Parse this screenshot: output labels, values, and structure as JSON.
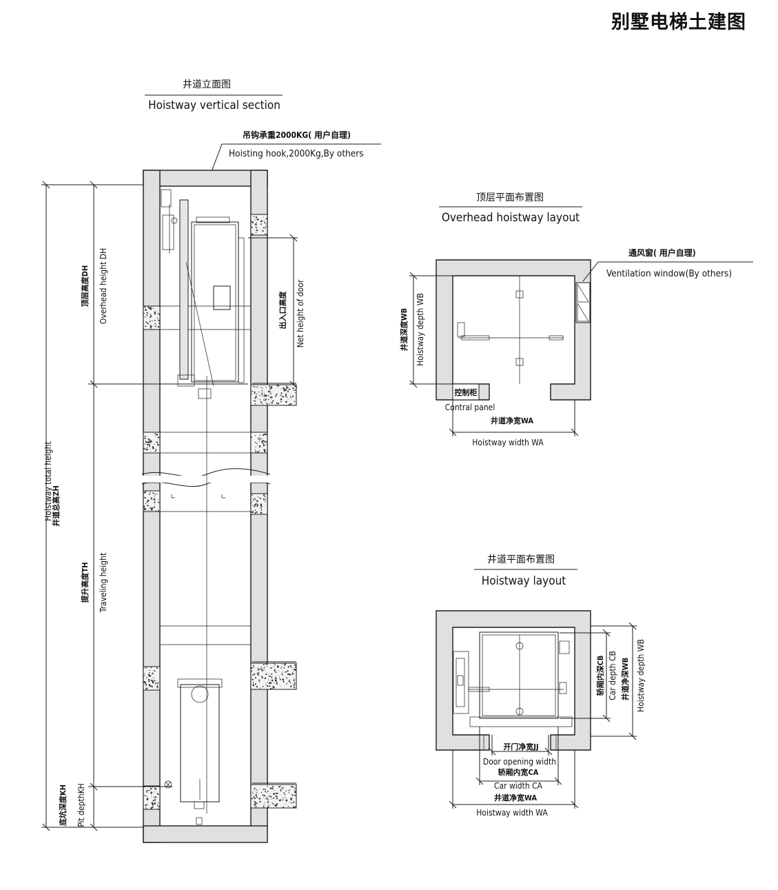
{
  "page_title": "别墅电梯土建图",
  "vertical_section": {
    "title_cn": "井道立面图",
    "title_en": "Hoistway vertical section",
    "hook_cn": "吊钩承重2000KG( 用户自理)",
    "hook_en": "Hoisting hook,2000Kg,By others",
    "overhead_cn": "顶层高度DH",
    "overhead_en": "Overhead height DH",
    "door_cn": "出入口高度",
    "door_en": "Net height of door",
    "total_cn": "井道总高ZH",
    "total_en": "Hoistway total height",
    "travel_cn": "提升高度TH",
    "travel_en": "Traveling height",
    "pit_cn": "底坑深度KH",
    "pit_en": "Pit depthKH"
  },
  "overhead_layout": {
    "title_cn": "顶层平面布置图",
    "title_en": "Overhead hoistway layout",
    "vent_cn": "通风窗( 用户自理)",
    "vent_en": "Ventilation window(By others)",
    "depth_cn": "井道深度WB",
    "depth_en": "Hoistway depth WB",
    "panel_cn": "控制柜",
    "panel_en": "Contral panel",
    "width_cn": "井道净宽WA",
    "width_en": "Hoistway width WA"
  },
  "hoistway_layout": {
    "title_cn": "井道平面布置图",
    "title_en": "Hoistway layout",
    "car_depth_cn": "轿厢内深CB",
    "car_depth_en": "Car depth CB",
    "hw_depth_cn": "井道净深WB",
    "hw_depth_en": "Hoistway depth WB",
    "door_cn": "开门净宽JJ",
    "door_en": "Door opening width",
    "car_width_cn": "轿厢内宽CA",
    "car_width_en": "Car width CA",
    "hw_width_cn": "井道净宽WA",
    "hw_width_en": "Hoistway width WA"
  }
}
